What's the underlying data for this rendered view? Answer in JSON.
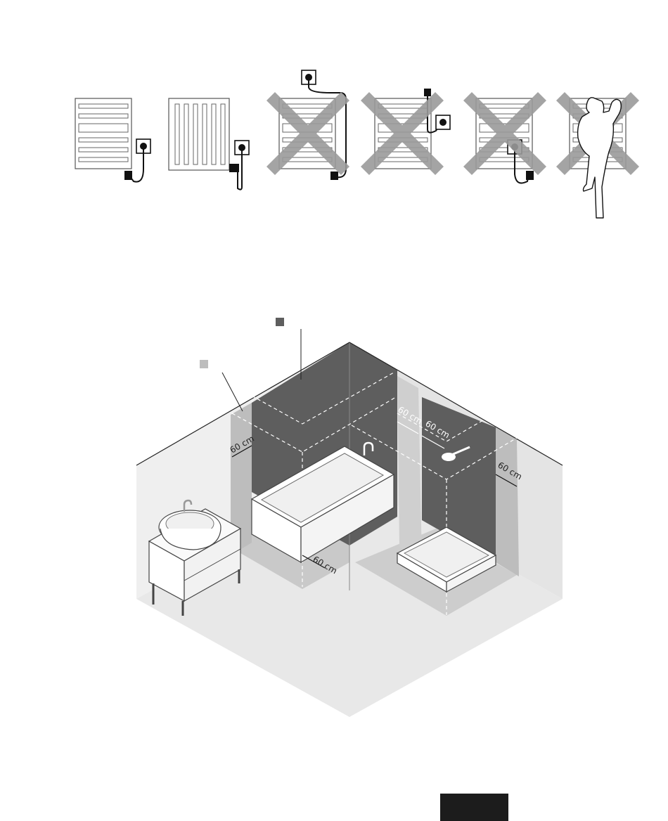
{
  "manual_page": {
    "heater_illustrations": [
      {
        "icon": "towel-rail-icon",
        "status": "allowed"
      },
      {
        "icon": "panel-radiator-icon",
        "status": "allowed"
      },
      {
        "icon": "towel-rail-icon",
        "status": "not-allowed"
      },
      {
        "icon": "towel-rail-icon",
        "status": "not-allowed"
      },
      {
        "icon": "towel-rail-icon",
        "status": "not-allowed"
      },
      {
        "icon": "towel-rail-icon",
        "status": "not-allowed"
      }
    ],
    "bathroom_zones": {
      "zone_legend": [
        {
          "marker": "zone-dark-marker",
          "color": "#5e5e5e"
        },
        {
          "marker": "zone-light-marker",
          "color": "#bdbdbd"
        }
      ],
      "dimension_labels": [
        "60 cm",
        "60 cm",
        "60 cm",
        "60 cm",
        "60 cm"
      ]
    },
    "colors": {
      "wall": "#efefef",
      "zone_dark": "#5e5e5e",
      "zone_light": "#bdbdbd",
      "floor": "#e6e6e6",
      "cross": "#9a9a9a",
      "page_tab": "#1c1c1c"
    }
  }
}
